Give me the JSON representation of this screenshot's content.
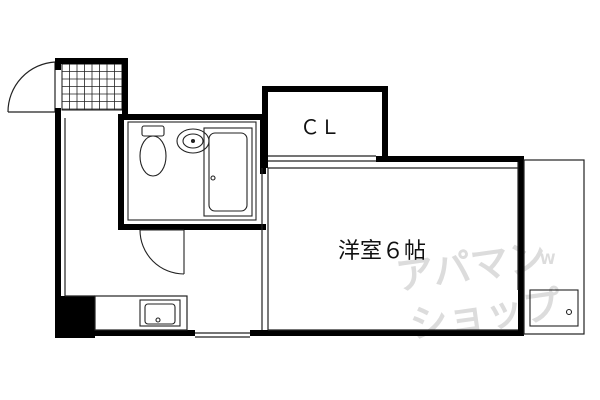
{
  "rooms": {
    "closet": "ＣＬ",
    "western_room": "洋室６帖"
  },
  "watermark": {
    "line1": "アパマン",
    "line2": "ショップ",
    "mark": "W",
    "color": "#d9d9d9"
  },
  "colors": {
    "wall": "#000000",
    "line": "#222222",
    "background": "#ffffff"
  }
}
